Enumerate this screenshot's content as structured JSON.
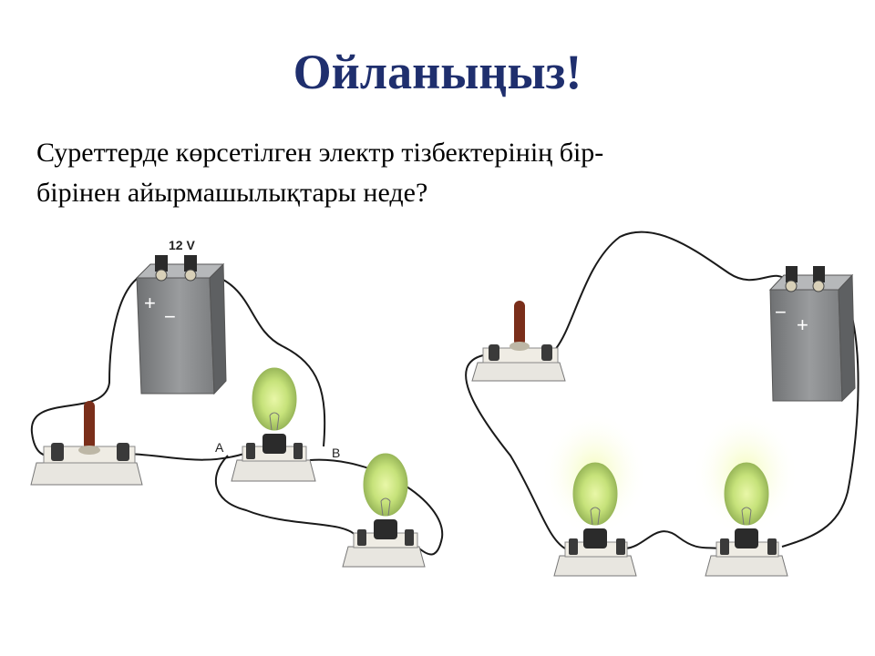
{
  "slide": {
    "title": "Ойланыңыз!",
    "question_lines": [
      "Суреттерде көрсетілген электр тізбектерінің бір-",
      "бірінен  айырмашылықтары неде?"
    ]
  },
  "circuit_left": {
    "battery_label": "12 V",
    "battery_plus": "+",
    "battery_minus": "−",
    "point_a": "A",
    "point_b": "B"
  },
  "circuit_right": {
    "battery_minus": "−",
    "battery_plus": "+"
  },
  "colors": {
    "title": "#1f2f6e",
    "bulb_glow": "#d8f27a",
    "battery_body": "#8a8c8e",
    "switch_handle": "#7a2e1a"
  }
}
